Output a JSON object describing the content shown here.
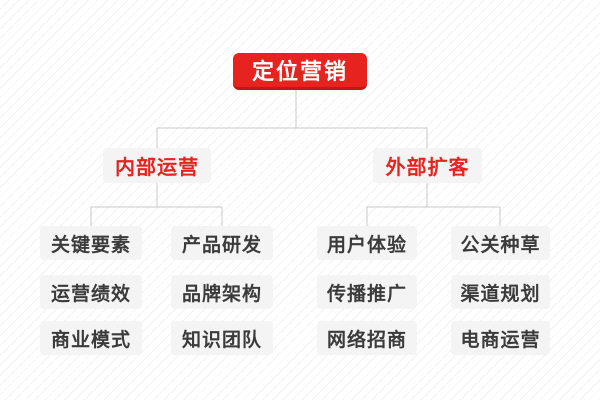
{
  "diagram": {
    "root": {
      "label": "定位营销"
    },
    "branches": [
      {
        "label": "内部运营",
        "children": [
          "关键要素",
          "产品研发",
          "运营绩效",
          "品牌架构",
          "商业模式",
          "知识团队"
        ]
      },
      {
        "label": "外部扩客",
        "children": [
          "用户体验",
          "公关种草",
          "传播推广",
          "渠道规划",
          "网络招商",
          "电商运营"
        ]
      }
    ]
  },
  "colors": {
    "accent_red": "#e6231e",
    "root_shadow_red": "#c01815",
    "node_background": "#f4f4f4",
    "leaf_text": "#3b3b3b",
    "connector_line": "#c8c8c8",
    "background_stripe": "#f2f2f2"
  }
}
